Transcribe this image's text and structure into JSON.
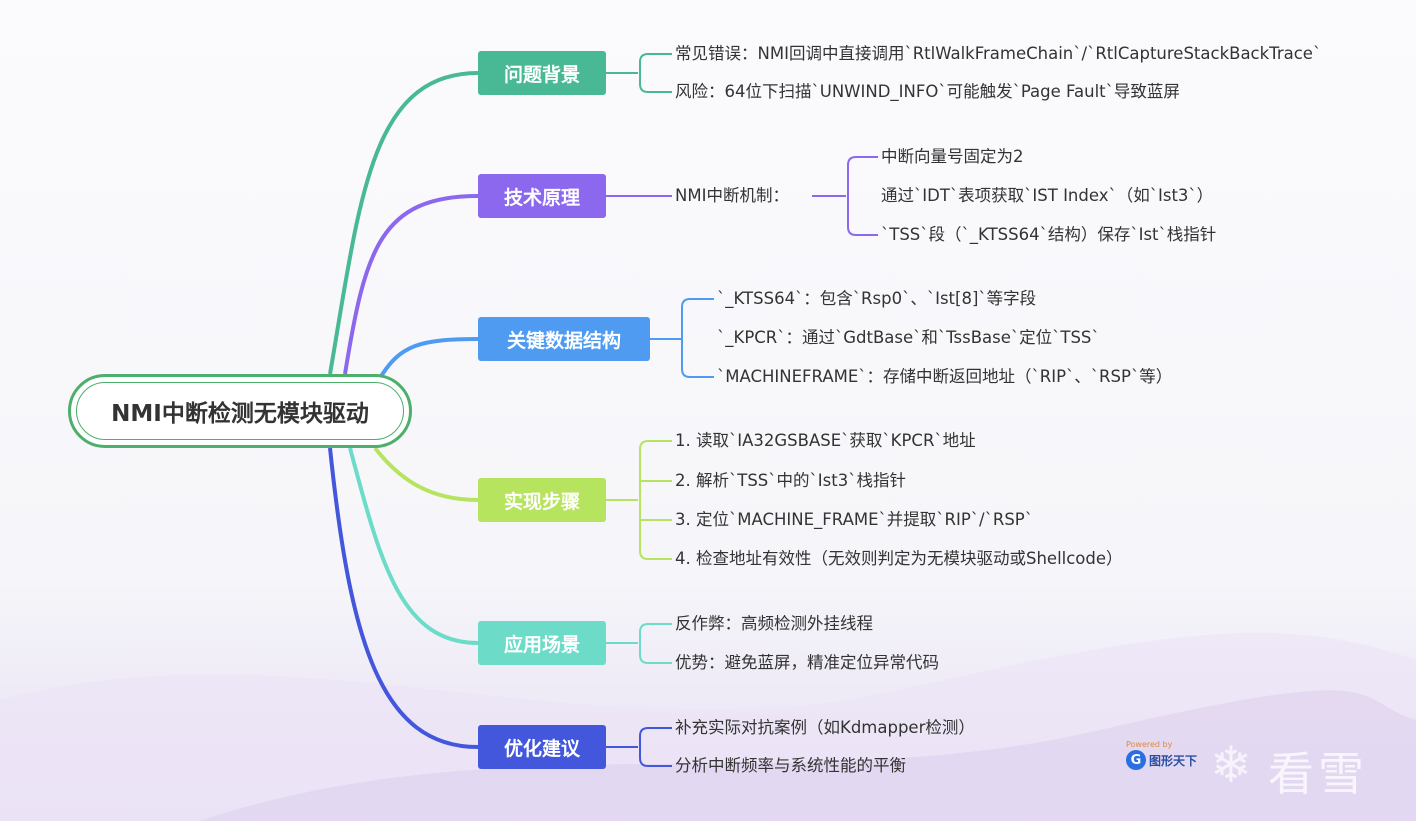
{
  "root": {
    "title": "NMI中断检测无模块驱动"
  },
  "branches": [
    {
      "label": "问题背景",
      "color": "#48b994",
      "items": [
        "常见错误：NMI回调中直接调用`RtlWalkFrameChain`/`RtlCaptureStackBackTrace`",
        "风险：64位下扫描`UNWIND_INFO`可能触发`Page Fault`导致蓝屏"
      ]
    },
    {
      "label": "技术原理",
      "color": "#8c68ee",
      "sub": "NMI中断机制：",
      "items": [
        "中断向量号固定为2",
        "通过`IDT`表项获取`IST Index`（如`Ist3`）",
        "`TSS`段（`_KTSS64`结构）保存`Ist`栈指针"
      ]
    },
    {
      "label": "关键数据结构",
      "color": "#4f9bf2",
      "items": [
        "`_KTSS64`：包含`Rsp0`、`Ist[8]`等字段",
        "`_KPCR`：通过`GdtBase`和`TssBase`定位`TSS`",
        "`MACHINEFRAME`：存储中断返回地址（`RIP`、`RSP`等）"
      ]
    },
    {
      "label": "实现步骤",
      "color": "#b6e45e",
      "items": [
        "1. 读取`IA32GSBASE`获取`KPCR`地址",
        "2. 解析`TSS`中的`Ist3`栈指针",
        "3. 定位`MACHINE_FRAME`并提取`RIP`/`RSP`",
        "4. 检查地址有效性（无效则判定为无模块驱动或Shellcode）"
      ]
    },
    {
      "label": "应用场景",
      "color": "#6cdcc9",
      "items": [
        "反作弊：高频检测外挂线程",
        "优势：避免蓝屏，精准定位异常代码"
      ]
    },
    {
      "label": "优化建议",
      "color": "#4257dc",
      "items": [
        "补充实际对抗案例（如Kdmapper检测）",
        "分析中断频率与系统性能的平衡"
      ]
    }
  ],
  "watermark": {
    "powered": "Powered by",
    "brand": "图形天下",
    "brand_icon": "G",
    "site": "看雪"
  }
}
